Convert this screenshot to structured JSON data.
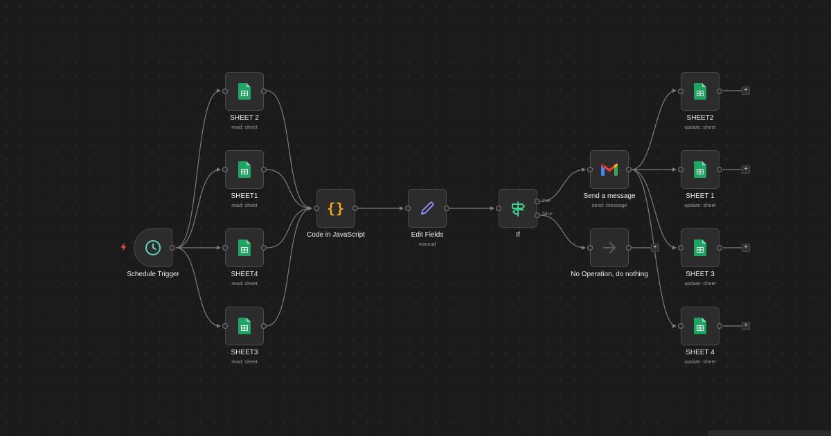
{
  "workflow": {
    "trigger": {
      "label": "Schedule Trigger",
      "icon": "clock-icon"
    },
    "reads": [
      {
        "label": "SHEET 2",
        "sub": "read: sheet"
      },
      {
        "label": "SHEET1",
        "sub": "read: sheet"
      },
      {
        "label": "SHEET4",
        "sub": "read: sheet"
      },
      {
        "label": "SHEET3",
        "sub": "read: sheet"
      }
    ],
    "code": {
      "label": "Code in JavaScript",
      "icon_text": "{}"
    },
    "edit": {
      "label": "Edit Fields",
      "sub": "manual"
    },
    "if": {
      "label": "If",
      "true_label": "true",
      "false_label": "false"
    },
    "gmail": {
      "label": "Send a message",
      "sub": "send: message"
    },
    "noop": {
      "label": "No Operation, do nothing"
    },
    "updates": [
      {
        "label": "SHEET2",
        "sub": "update: sheet"
      },
      {
        "label": "SHEET 1",
        "sub": "update: sheet"
      },
      {
        "label": "SHEET 3",
        "sub": "update: sheet"
      },
      {
        "label": "SHEET 4",
        "sub": "update: sheet"
      }
    ],
    "plus_label": "+"
  },
  "colors": {
    "canvas": "#1b1b1b",
    "node": "#2c2c2c",
    "edge": "#7d7d7d",
    "sheets_green": "#20a464",
    "code_orange": "#f5a623",
    "edit_purple": "#8b8df8",
    "if_green": "#3ecf8e",
    "trigger_teal": "#5ed4b8",
    "bolt_red": "#e5484d"
  }
}
